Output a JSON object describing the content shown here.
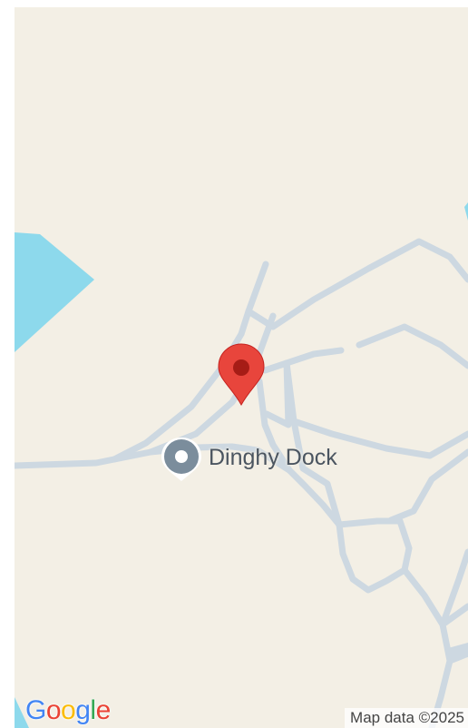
{
  "map": {
    "poi": {
      "label": "Dinghy Dock",
      "icon": "location-pin-icon"
    },
    "marker": {
      "icon": "red-map-marker-icon",
      "color": "#e8453c"
    },
    "water_color": "#8dd9ec",
    "road_color": "#cdd8e1",
    "land_color": "#f3efe5",
    "attribution": "Map data ©2025",
    "logo": {
      "letters": [
        "G",
        "o",
        "o",
        "g",
        "l",
        "e"
      ],
      "colors": [
        "#4285f4",
        "#ea4335",
        "#fbbc05",
        "#4285f4",
        "#34a853",
        "#ea4335"
      ]
    }
  }
}
